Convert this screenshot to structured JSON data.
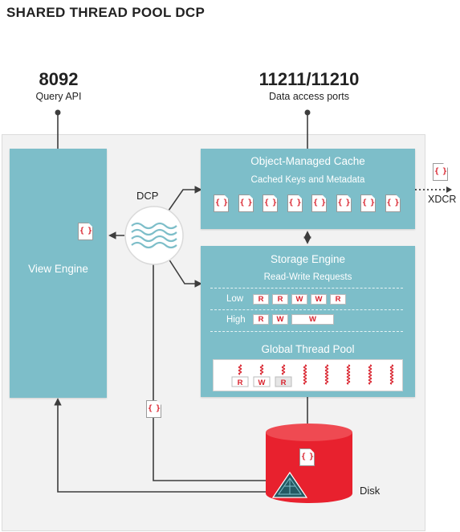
{
  "title": "SHARED THREAD POOL DCP",
  "ports": {
    "query": {
      "number": "8092",
      "label": "Query API"
    },
    "data": {
      "number": "11211/11210",
      "label": "Data access ports"
    }
  },
  "view_engine": {
    "label": "View Engine"
  },
  "dcp": {
    "label": "DCP"
  },
  "xdcr": {
    "label": "XDCR"
  },
  "cache": {
    "title": "Object-Managed Cache",
    "subtitle": "Cached Keys and Metadata",
    "doc_count": 8
  },
  "storage": {
    "title": "Storage Engine",
    "subtitle": "Read-Write Requests",
    "low": {
      "label": "Low",
      "tags": [
        "R",
        "R",
        "W",
        "W",
        "R"
      ]
    },
    "high": {
      "label": "High",
      "tags": [
        "R",
        "W",
        "W"
      ]
    },
    "pool": {
      "title": "Global Thread Pool",
      "thread_tags": [
        "R",
        "W",
        "R"
      ],
      "idle_threads": 5
    }
  },
  "doc_glyph": "{ }",
  "disk": {
    "label": "Disk"
  },
  "colors": {
    "panel": "#7dbec9",
    "disk": "#e8212e",
    "thread": "#d9232e",
    "line": "#3d3d3d"
  }
}
